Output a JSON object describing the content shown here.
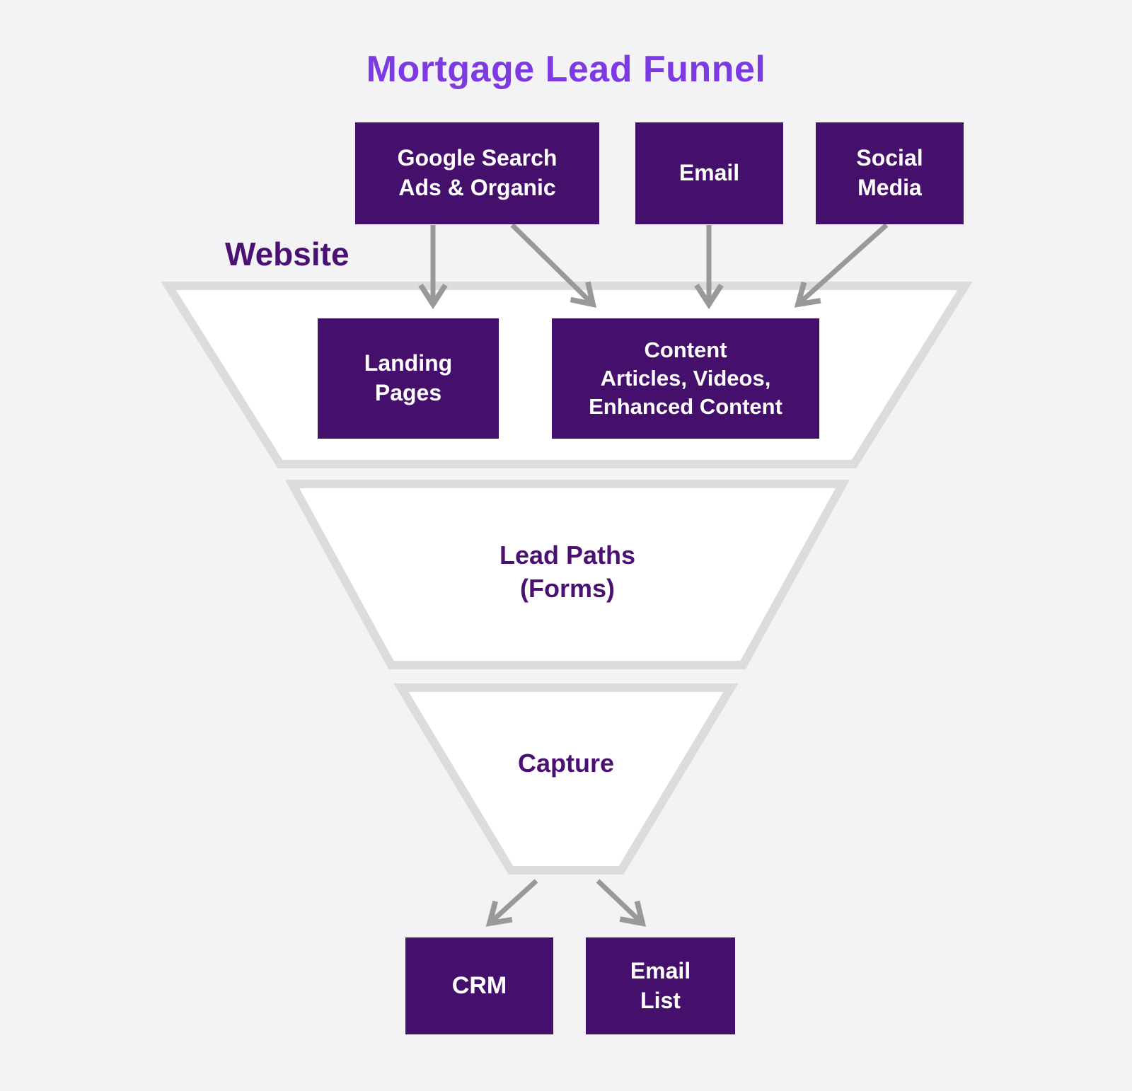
{
  "diagram": {
    "title": "Mortgage Lead Funnel",
    "sources": [
      {
        "name": "google-search",
        "label": "Google Search\nAds & Organic"
      },
      {
        "name": "email",
        "label": "Email"
      },
      {
        "name": "social-media",
        "label": "Social\nMedia"
      }
    ],
    "funnel_stages": [
      {
        "name": "website",
        "label": "Website"
      },
      {
        "name": "lead-paths",
        "label": "Lead Paths\n(Forms)"
      },
      {
        "name": "capture",
        "label": "Capture"
      }
    ],
    "website_boxes": [
      {
        "name": "landing-pages",
        "label": "Landing\nPages"
      },
      {
        "name": "content",
        "label": "Content\nArticles, Videos,\nEnhanced Content"
      }
    ],
    "outputs": [
      {
        "name": "crm",
        "label": "CRM"
      },
      {
        "name": "email-list",
        "label": "Email\nList"
      }
    ],
    "colors": {
      "background": "#f3f3f6",
      "box_fill": "#45106b",
      "box_text": "#ffffff",
      "title_text": "#7e3ae2",
      "stage_text": "#4a1173",
      "funnel_fill": "#ffffff",
      "funnel_border": "#dcdcde",
      "arrow": "#999999"
    }
  }
}
